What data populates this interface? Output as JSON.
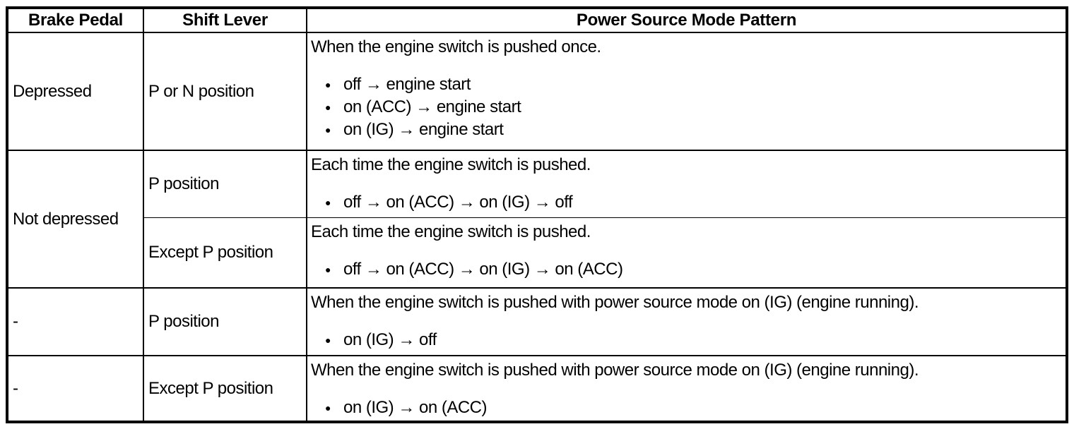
{
  "table": {
    "bullet_glyph": "●",
    "colors": {
      "border": "#000000",
      "background": "#ffffff",
      "text": "#000000"
    },
    "headers": [
      {
        "label": "Brake Pedal"
      },
      {
        "label": "Shift Lever"
      },
      {
        "label": "Power Source Mode Pattern"
      }
    ],
    "rows": [
      {
        "brake_pedal": "Depressed",
        "shift_lever": "P or N position",
        "intro": "When the engine switch is pushed once.",
        "bullets": [
          "off → engine start",
          "on (ACC) → engine start",
          "on (IG) → engine start"
        ]
      },
      {
        "brake_pedal": "Not depressed",
        "shift_lever": "P position",
        "intro": "Each time the engine switch is pushed.",
        "bullets": [
          "off → on (ACC) → on (IG) → off"
        ]
      },
      {
        "shift_lever": "Except P position",
        "intro": "Each time the engine switch is pushed.",
        "bullets": [
          "off → on (ACC) → on (IG) → on (ACC)"
        ]
      },
      {
        "brake_pedal": "-",
        "shift_lever": "P position",
        "intro": "When the engine switch is pushed with power source mode on (IG) (engine running).",
        "bullets": [
          "on (IG) → off"
        ]
      },
      {
        "brake_pedal": "-",
        "shift_lever": "Except P position",
        "intro": "When the engine switch is pushed with power source mode on (IG) (engine running).",
        "bullets": [
          "on (IG) → on (ACC)"
        ]
      }
    ]
  }
}
